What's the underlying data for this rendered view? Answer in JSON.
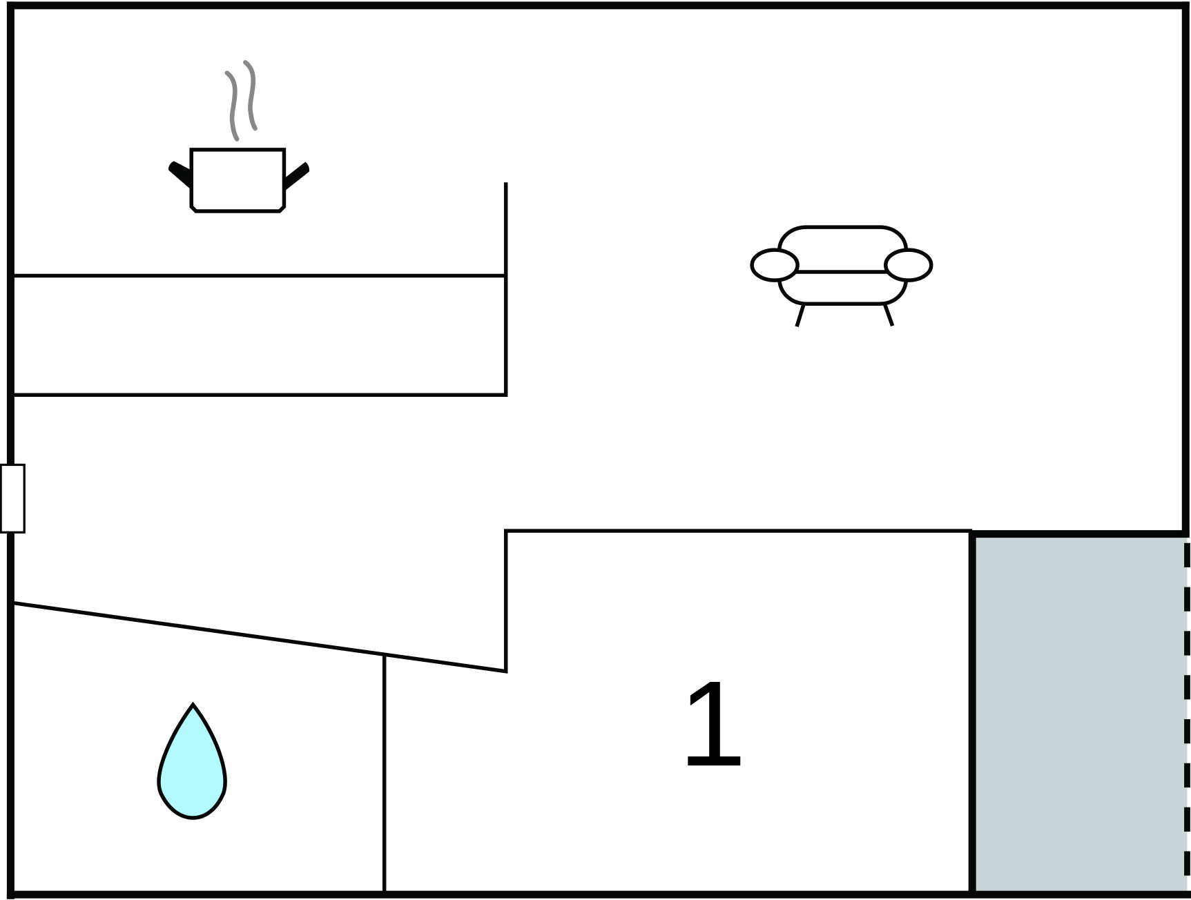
{
  "plan": {
    "rooms": [
      {
        "id": "kitchen",
        "icon": "cooking-pot-icon"
      },
      {
        "id": "living-room",
        "icon": "sofa-icon"
      },
      {
        "id": "bathroom",
        "icon": "water-drop-icon"
      },
      {
        "id": "bedroom-1",
        "label": "1"
      },
      {
        "id": "terrace"
      }
    ]
  },
  "colors": {
    "wall": "#060808",
    "terrace_fill": "#c8d4d6",
    "water_drop_fill": "#b3fbff",
    "steam": "#888888"
  }
}
